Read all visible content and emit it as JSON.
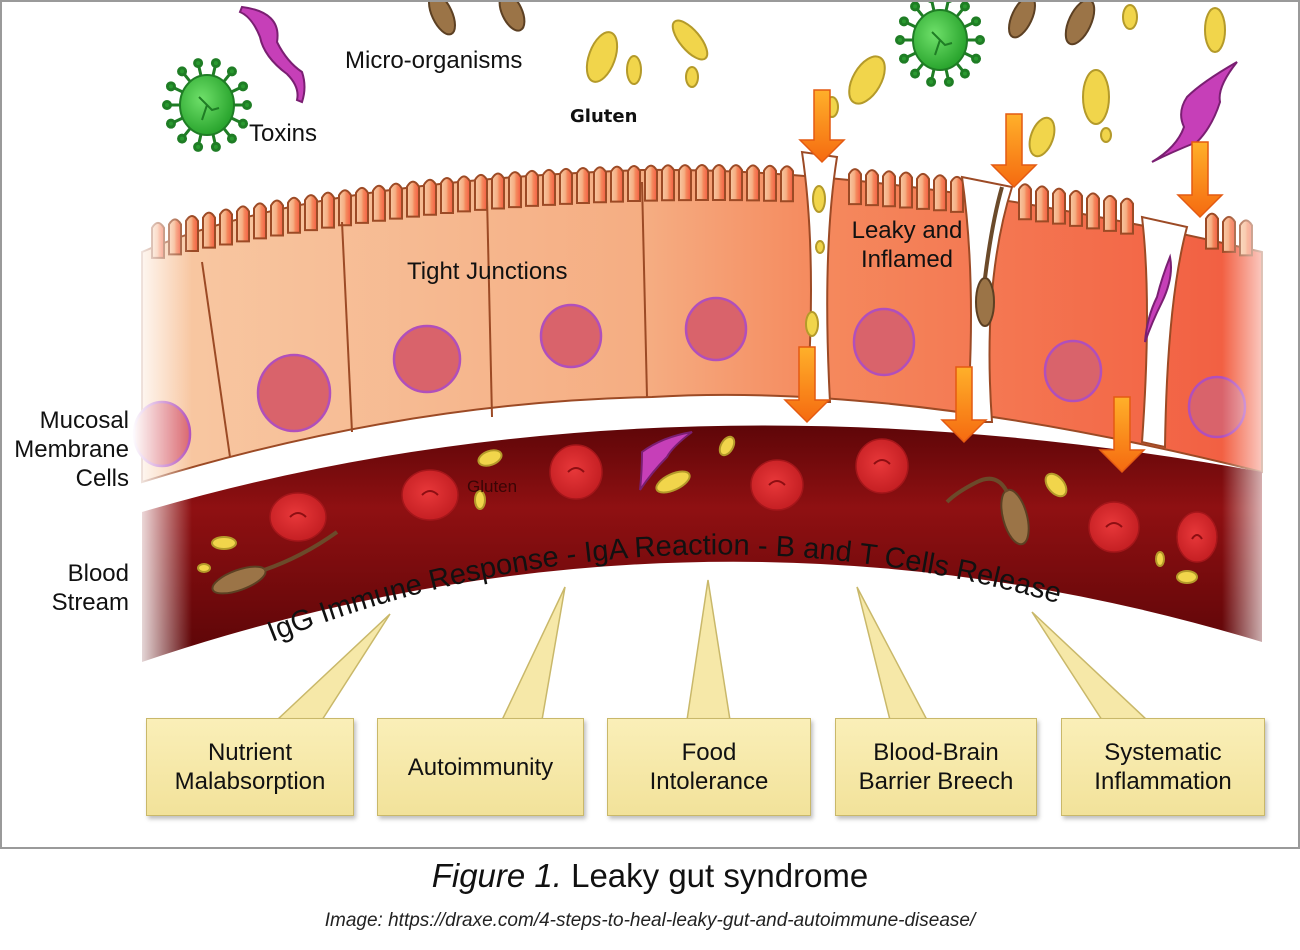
{
  "figure": {
    "caption_prefix": "Figure 1.",
    "caption_text": " Leaky gut syndrome",
    "credit": "Image: https://draxe.com/4-steps-to-heal-leaky-gut-and-autoimmune-disease/"
  },
  "labels": {
    "micro_organisms": "Micro-organisms",
    "toxins": "Toxins",
    "gluten_top": "Gluten",
    "tight_junctions": "Tight Junctions",
    "leaky_line1": "Leaky and",
    "leaky_line2": "Inflamed",
    "mucosal_line1": "Mucosal",
    "mucosal_line2": "Membrane",
    "mucosal_line3": "Cells",
    "blood_line1": "Blood",
    "blood_line2": "Stream",
    "gluten_blood": "Gluten",
    "immune_response": "IgG Immune Response - IgA Reaction - B and T Cells Release"
  },
  "outcomes": [
    {
      "line1": "Nutrient",
      "line2": "Malabsorption"
    },
    {
      "line1": "Autoimmunity",
      "line2": ""
    },
    {
      "line1": "Food",
      "line2": "Intolerance"
    },
    {
      "line1": "Blood-Brain",
      "line2": "Barrier Breech"
    },
    {
      "line1": "Systematic",
      "line2": "Inflammation"
    }
  ],
  "colors": {
    "healthy_cell": "#f5b98e",
    "inflamed_cell": "#f36b4a",
    "blood_vessel": "#8e0f10",
    "red_blood_cell": "#d9262a",
    "gluten": "#f1d54b",
    "toxin_virus": "#3fbf3f",
    "parasite": "#c63fb8",
    "arrow": "#f7801d",
    "callout": "#f6e8a8"
  }
}
